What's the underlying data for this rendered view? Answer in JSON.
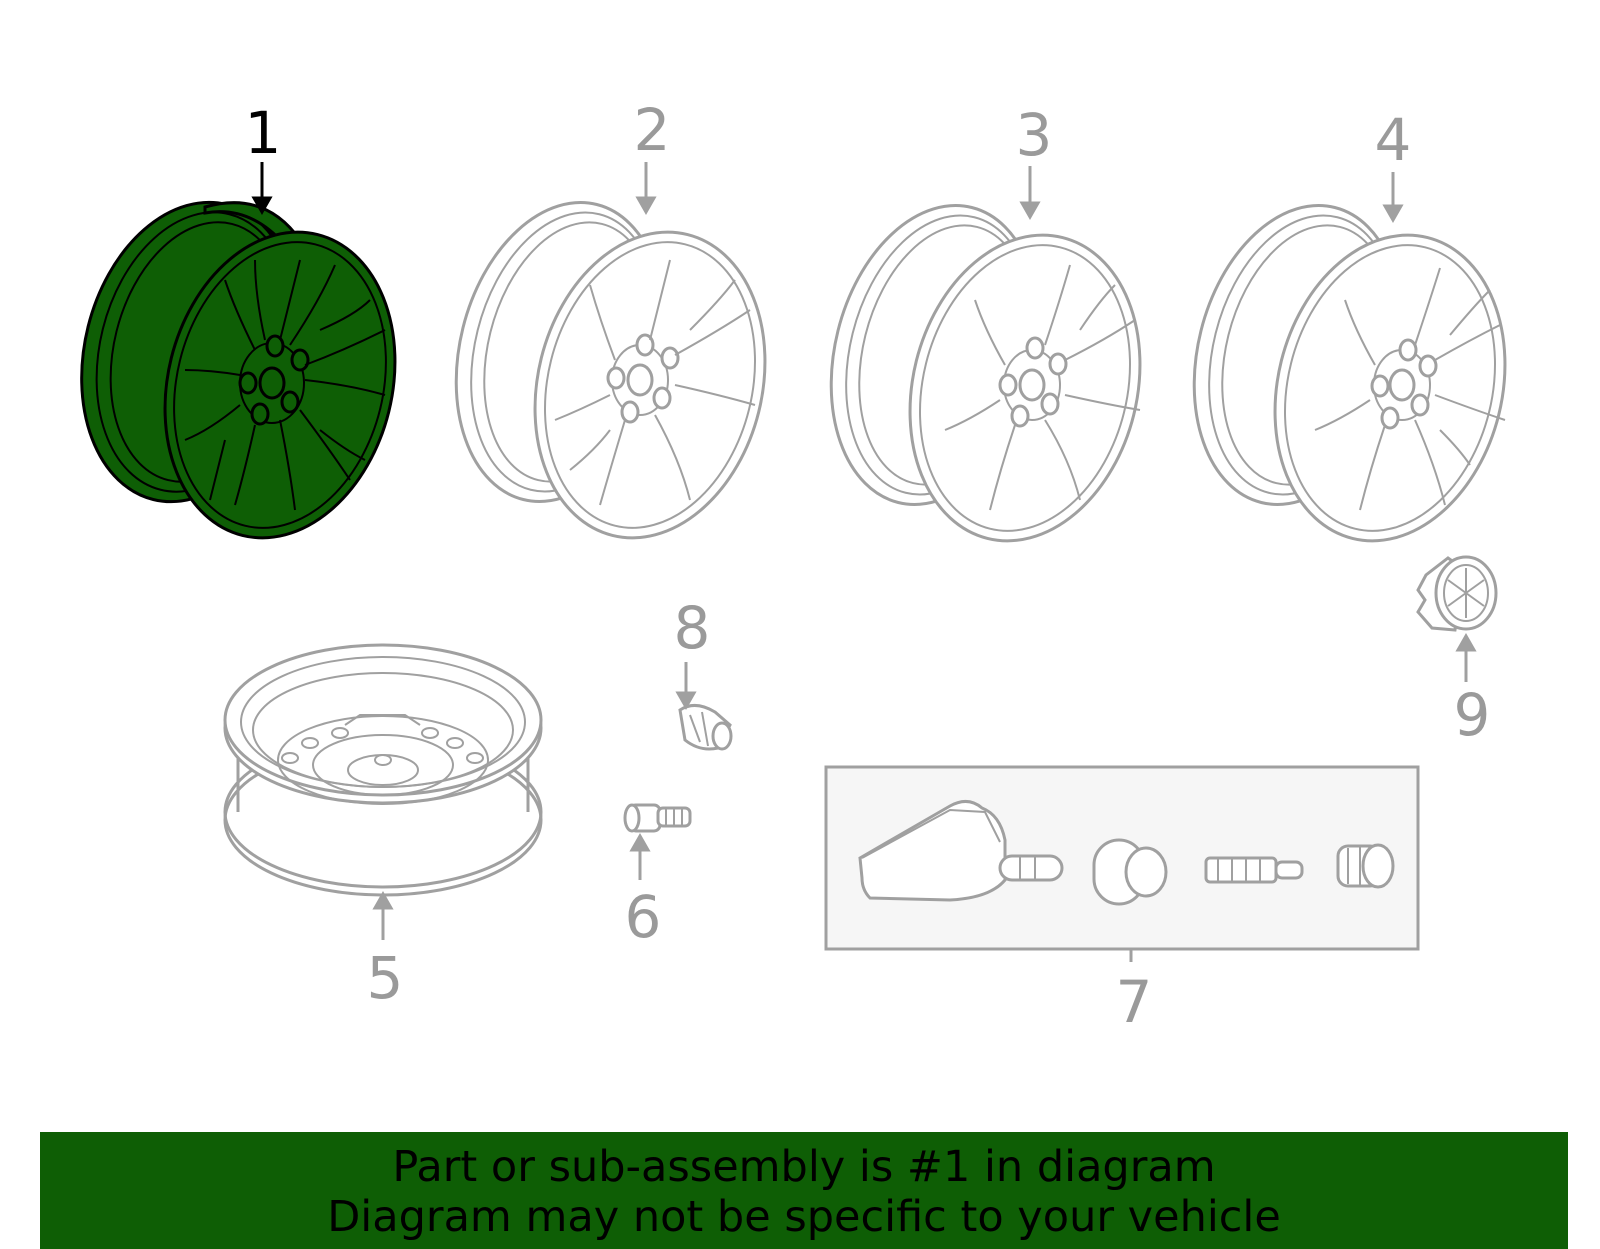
{
  "diagram": {
    "callouts": [
      {
        "id": "1",
        "label": "1",
        "highlighted": true
      },
      {
        "id": "2",
        "label": "2",
        "highlighted": false
      },
      {
        "id": "3",
        "label": "3",
        "highlighted": false
      },
      {
        "id": "4",
        "label": "4",
        "highlighted": false
      },
      {
        "id": "5",
        "label": "5",
        "highlighted": false
      },
      {
        "id": "6",
        "label": "6",
        "highlighted": false
      },
      {
        "id": "7",
        "label": "7",
        "highlighted": false
      },
      {
        "id": "8",
        "label": "8",
        "highlighted": false
      },
      {
        "id": "9",
        "label": "9",
        "highlighted": false
      }
    ]
  },
  "banner": {
    "line1": "Part or sub-assembly is #1 in diagram",
    "line2": "Diagram may not be specific to your vehicle"
  },
  "colors": {
    "highlight_fill": "#0e5e05",
    "muted_line": "#a0a0a0",
    "active_line": "#000000",
    "kit_box_fill": "#f6f6f6"
  }
}
